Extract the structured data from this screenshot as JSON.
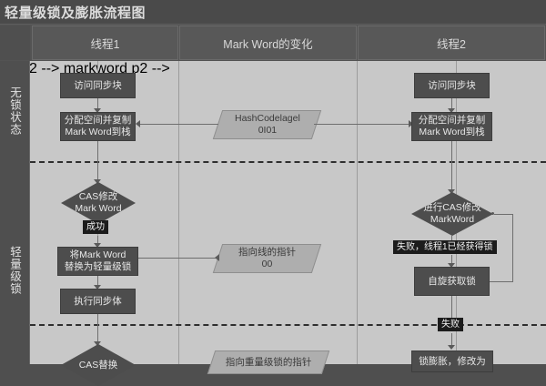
{
  "title": "轻量级锁及膨胀流程图",
  "columns": [
    {
      "key": "thread1",
      "label": "线程1"
    },
    {
      "key": "markword",
      "label": "Mark Word的变化"
    },
    {
      "key": "thread2",
      "label": "线程2"
    }
  ],
  "phases": [
    {
      "key": "unlocked",
      "label": "无锁状态"
    },
    {
      "key": "lightweight",
      "label": "轻量级锁"
    }
  ],
  "thread1": {
    "n1": "访问同步块",
    "n2": "分配空间并复制\nMark Word到栈",
    "d1": "CAS修改\nMark Word",
    "e1": "成功",
    "n3": "将Mark Word\n替换为轻量级锁",
    "n4": "执行同步体",
    "d2": "CAS替换"
  },
  "markword": {
    "p1": "HashCodelagel\n0I01",
    "p2": "指向线的指针\n00",
    "p3": "指向重量级锁的指针"
  },
  "thread2": {
    "n1": "访问同步块",
    "n2": "分配空间并复制\nMark Word到栈",
    "d1": "进行CAS修改\nMarkWord",
    "e1": "失败，线程1已经获得锁",
    "n3": "自旋获取锁",
    "e2": "失败",
    "n4": "锁膨胀，修改为"
  },
  "colors": {
    "titlebar": "#4a4a4a",
    "header": "#585858",
    "canvas": "#c8c8c8",
    "node": "#4d4d4d",
    "parallelogram": "#aeaeae",
    "chip": "#1c1c1c",
    "connector": "#6e6e6e",
    "dash": "#2e2e2e"
  }
}
